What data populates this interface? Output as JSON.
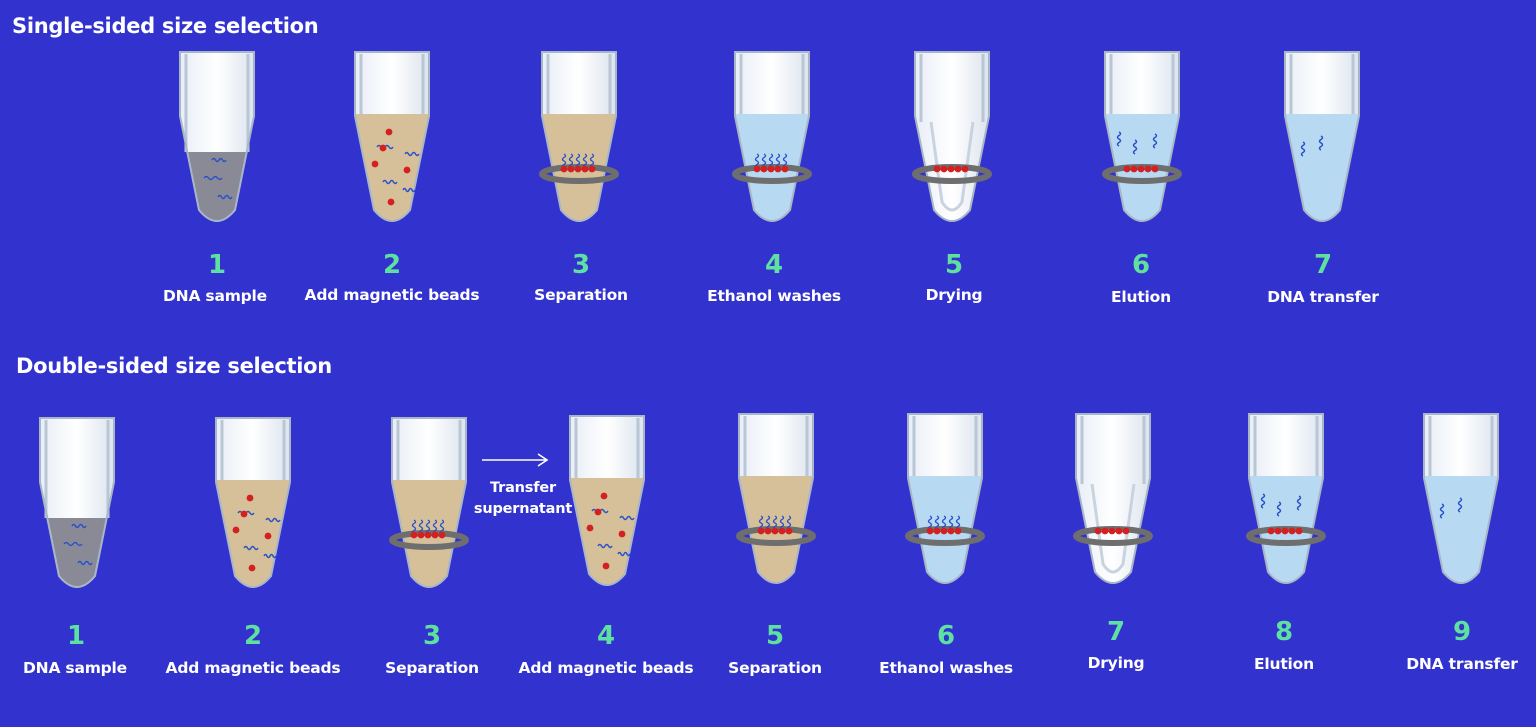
{
  "sections": [
    {
      "title": "Single-sided size selection",
      "steps": [
        {
          "number": "1",
          "label": "DNA sample",
          "liquid": "sample",
          "beads": "none",
          "dna": "free",
          "magnet": false
        },
        {
          "number": "2",
          "label": "Add magnetic beads",
          "liquid": "beige",
          "beads": "free",
          "dna": "free",
          "magnet": false
        },
        {
          "number": "3",
          "label": "Separation",
          "liquid": "beige",
          "beads": "ring",
          "dna": "bound",
          "magnet": true
        },
        {
          "number": "4",
          "label": "Ethanol washes",
          "liquid": "blue",
          "beads": "ring",
          "dna": "bound",
          "magnet": true
        },
        {
          "number": "5",
          "label": "Drying",
          "liquid": "none",
          "beads": "ring",
          "dna": "none",
          "magnet": true
        },
        {
          "number": "6",
          "label": "Elution",
          "liquid": "blue",
          "beads": "ring",
          "dna": "eluted",
          "magnet": true
        },
        {
          "number": "7",
          "label": "DNA transfer",
          "liquid": "blue",
          "beads": "none",
          "dna": "eluted-few",
          "magnet": false
        }
      ]
    },
    {
      "title": "Double-sided size selection",
      "transfer_label": "Transfer supernatant",
      "steps": [
        {
          "number": "1",
          "label": "DNA sample",
          "liquid": "sample",
          "beads": "none",
          "dna": "free",
          "magnet": false
        },
        {
          "number": "2",
          "label": "Add magnetic beads",
          "liquid": "beige",
          "beads": "free",
          "dna": "free",
          "magnet": false
        },
        {
          "number": "3",
          "label": "Separation",
          "liquid": "beige",
          "beads": "ring",
          "dna": "bound",
          "magnet": true
        },
        {
          "number": "4",
          "label": "Add magnetic beads",
          "liquid": "beige",
          "beads": "free",
          "dna": "free",
          "magnet": false
        },
        {
          "number": "5",
          "label": "Separation",
          "liquid": "beige",
          "beads": "ring",
          "dna": "bound",
          "magnet": true
        },
        {
          "number": "6",
          "label": "Ethanol washes",
          "liquid": "blue",
          "beads": "ring",
          "dna": "bound",
          "magnet": true
        },
        {
          "number": "7",
          "label": "Drying",
          "liquid": "none",
          "beads": "ring",
          "dna": "none",
          "magnet": true
        },
        {
          "number": "8",
          "label": "Elution",
          "liquid": "blue",
          "beads": "ring",
          "dna": "eluted",
          "magnet": true
        },
        {
          "number": "9",
          "label": "DNA transfer",
          "liquid": "blue",
          "beads": "none",
          "dna": "eluted-few",
          "magnet": false
        }
      ]
    }
  ],
  "colors": {
    "background": "#3232CE",
    "step_number": "#5EE0A0",
    "label": "#FFFFFF",
    "liquid_sample": "#8A8A96",
    "liquid_beige": "#D5C09A",
    "liquid_blue": "#B8D9F2",
    "bead": "#D42020",
    "magnet": "#6E6E6E",
    "dna": "#2850C8"
  },
  "icons": [
    "microcentrifuge-tube-icon",
    "magnet-ring-icon",
    "magnetic-bead-icon",
    "dna-strand-icon",
    "arrow-right-icon"
  ]
}
